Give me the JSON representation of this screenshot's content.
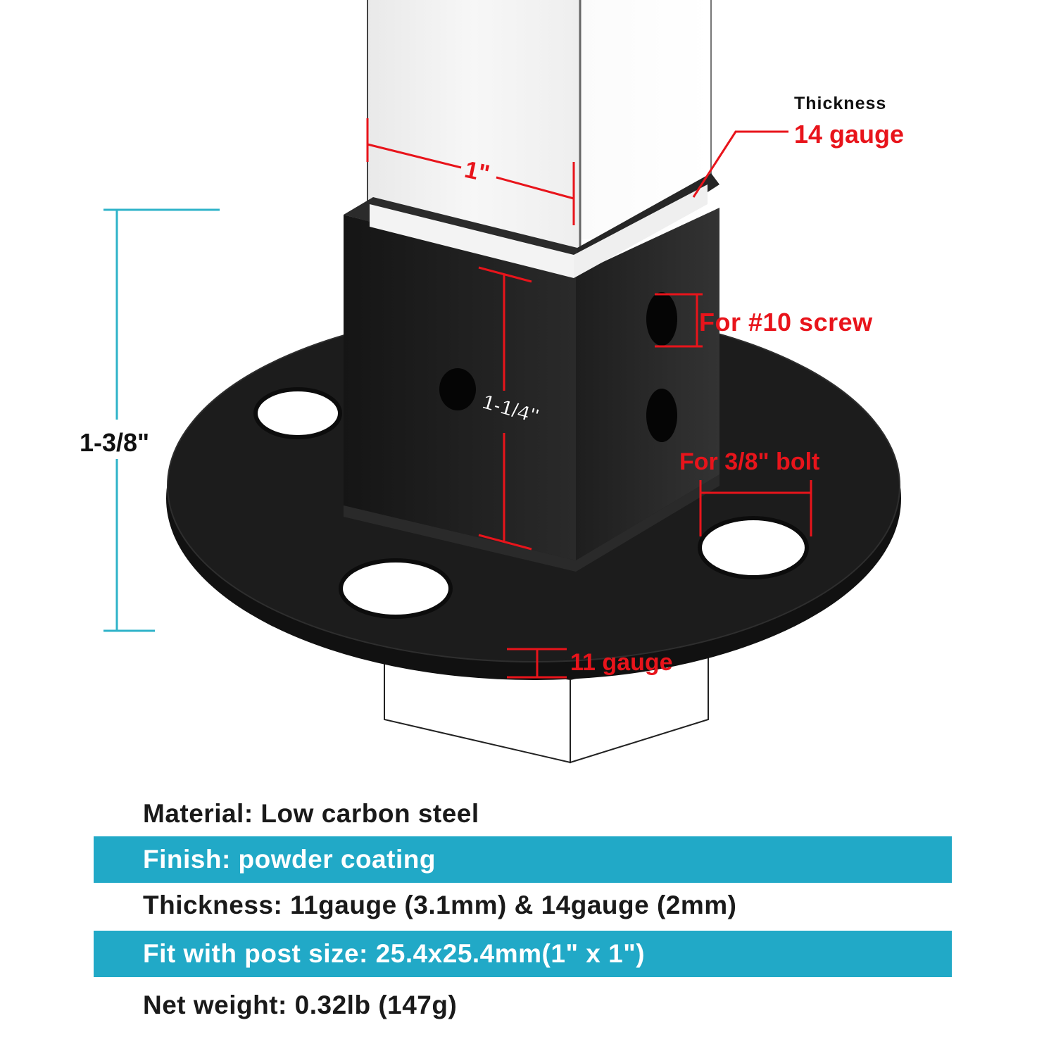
{
  "colors": {
    "dimension_red": "#e8141b",
    "dimension_teal": "#2fb3c9",
    "band_teal": "#21a9c7",
    "steel_black": "#1b1b1b"
  },
  "labels": {
    "thickness_caption": "Thickness",
    "thickness_14": "14 gauge",
    "width_1in": "1\"",
    "height_1_1_4": "1-1/4\"",
    "height_1_3_8": "1-3/8\"",
    "screw_note": "For #10 screw",
    "bolt_note": "For 3/8\" bolt",
    "plate_gauge": "11 gauge"
  },
  "specs": [
    {
      "text": "Material: Low carbon steel",
      "highlighted": false
    },
    {
      "text": "Finish: powder coating",
      "highlighted": true
    },
    {
      "text": "Thickness: 11gauge (3.1mm) & 14gauge (2mm)",
      "highlighted": false
    },
    {
      "text": "Fit with post size: 25.4x25.4mm(1\" x 1\")",
      "highlighted": true
    },
    {
      "text": "Net weight: 0.32lb (147g)",
      "highlighted": false
    }
  ]
}
